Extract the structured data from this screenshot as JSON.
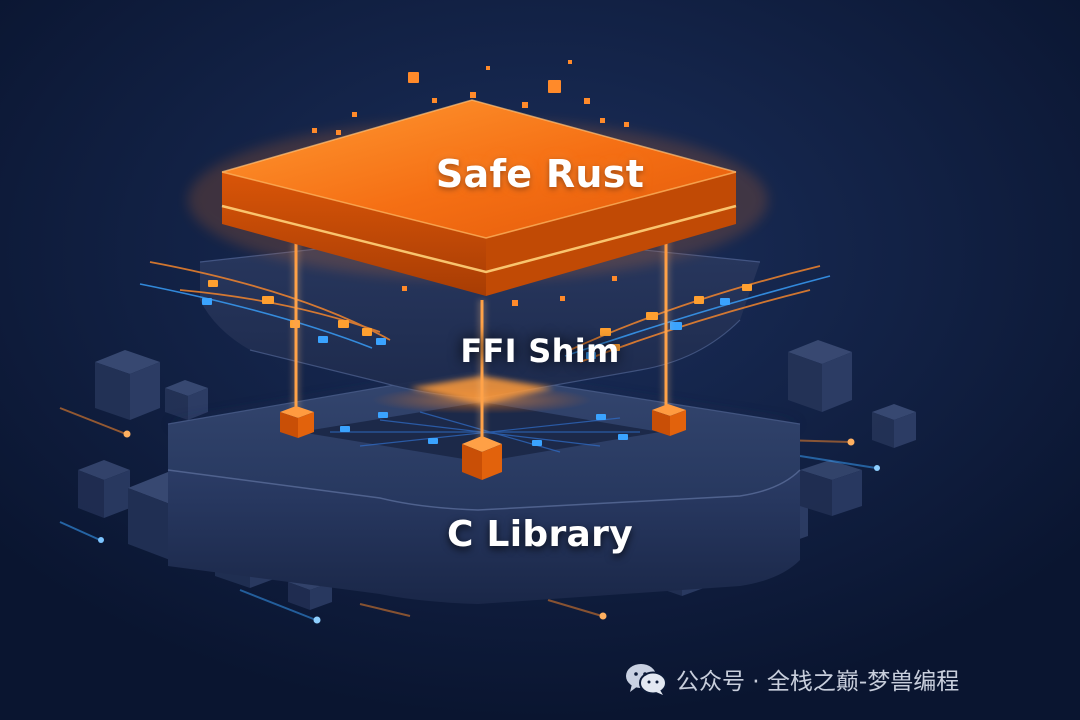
{
  "layers": {
    "top": {
      "label": "Safe Rust"
    },
    "middle": {
      "label": "FFI Shim"
    },
    "bottom": {
      "label": "C Library"
    }
  },
  "watermark": {
    "icon": "wechat-icon",
    "text": "公众号 · 全栈之巅-梦兽编程"
  },
  "colors": {
    "background": "#0c1a38",
    "rust_orange": "#f26d12",
    "glow_orange": "#ffa640",
    "data_blue": "#3aa3ff",
    "base_navy": "#27375f"
  }
}
